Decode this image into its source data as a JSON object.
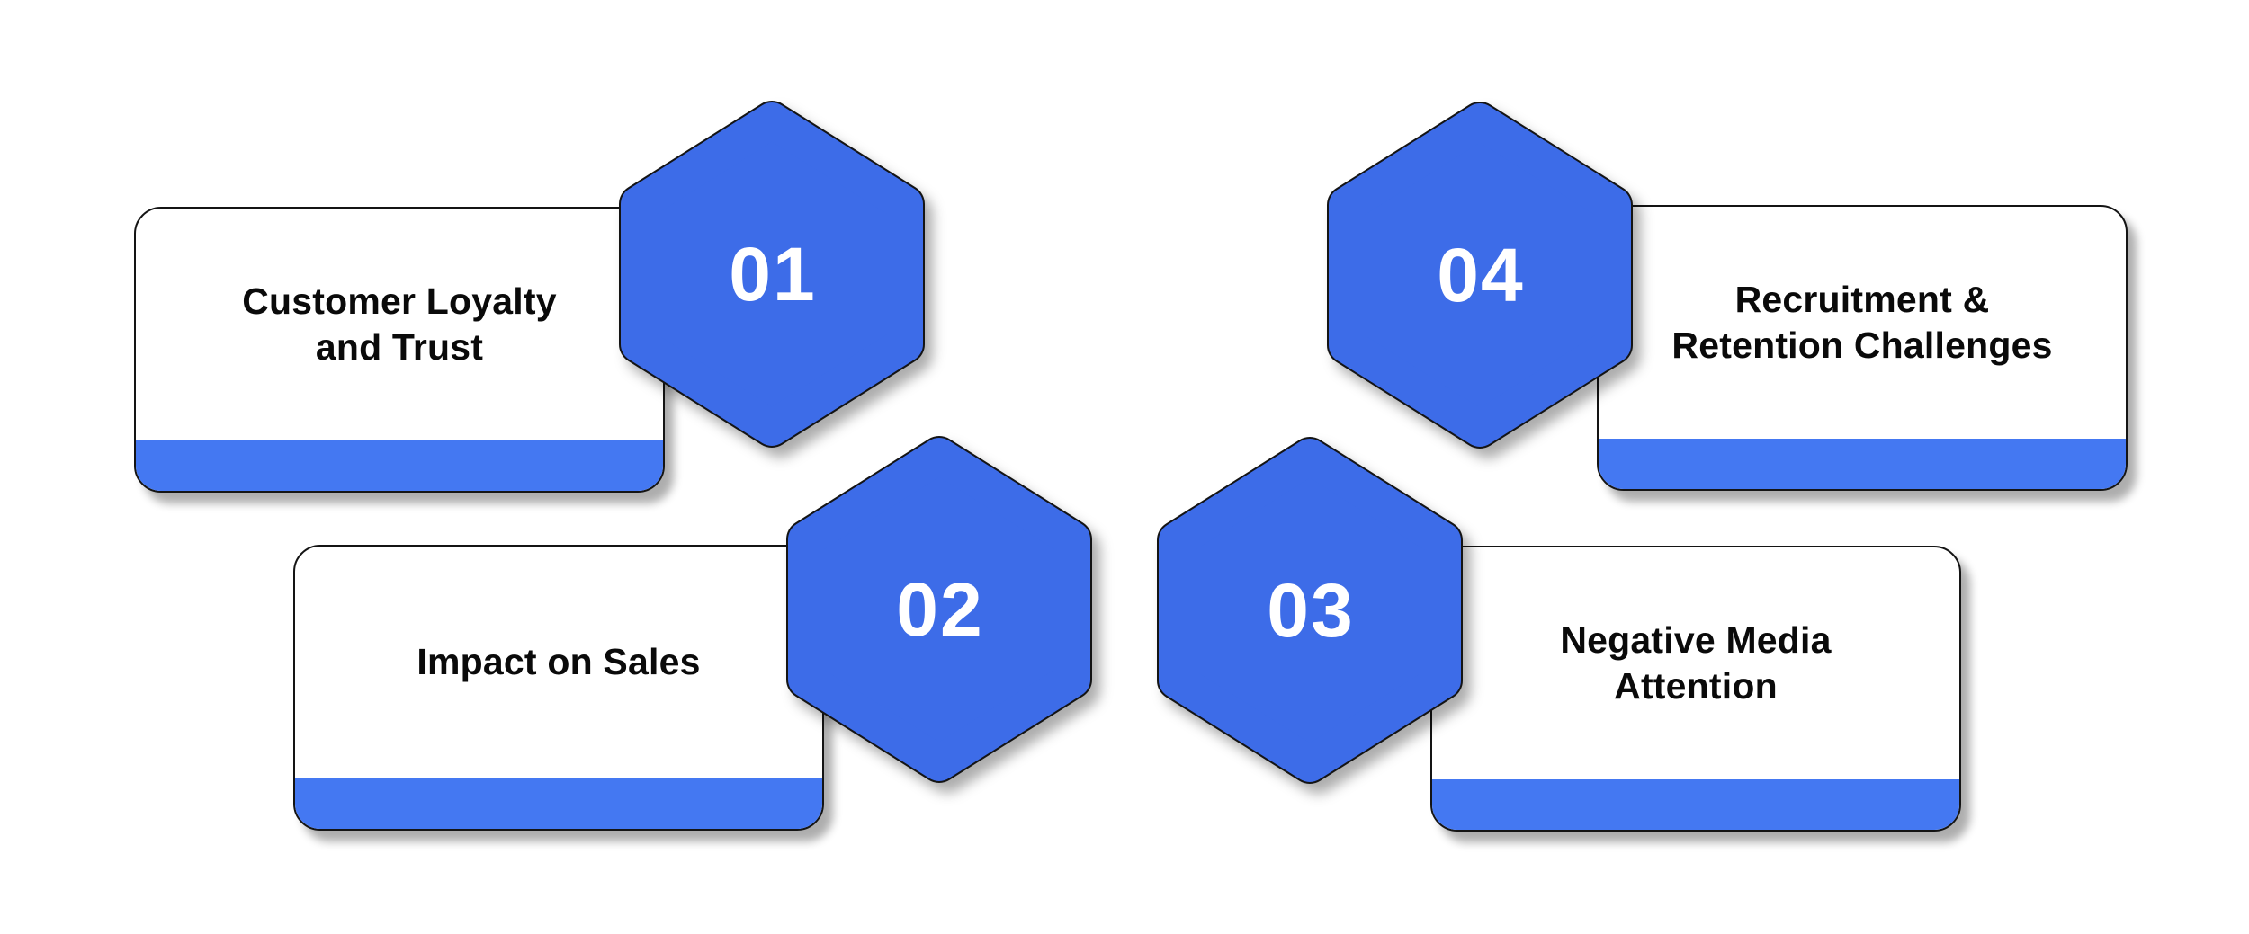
{
  "diagram": {
    "type": "numbered-steps-infographic",
    "step_count": 4
  },
  "colors": {
    "canvas_bg": "#FFFFFF",
    "hex_fill": "#3D6CE8",
    "strip_fill": "#4478F2",
    "outline": "#141414",
    "title_color": "#0A0A0A",
    "number_color": "#FFFFFF"
  },
  "items": [
    {
      "number": "01",
      "title": "Customer Loyalty and Trust",
      "title_lines": [
        "Customer Loyalty",
        "and Trust"
      ],
      "badge_shape": "hexagon"
    },
    {
      "number": "02",
      "title": "Impact on Sales",
      "title_lines": [
        "Impact on Sales"
      ],
      "badge_shape": "hexagon"
    },
    {
      "number": "03",
      "title": "Negative Media Attention",
      "title_lines": [
        "Negative Media",
        "Attention"
      ],
      "badge_shape": "hexagon"
    },
    {
      "number": "04",
      "title": "Recruitment & Retention Challenges",
      "title_lines": [
        "Recruitment &",
        "Retention Challenges"
      ],
      "badge_shape": "hexagon"
    }
  ]
}
